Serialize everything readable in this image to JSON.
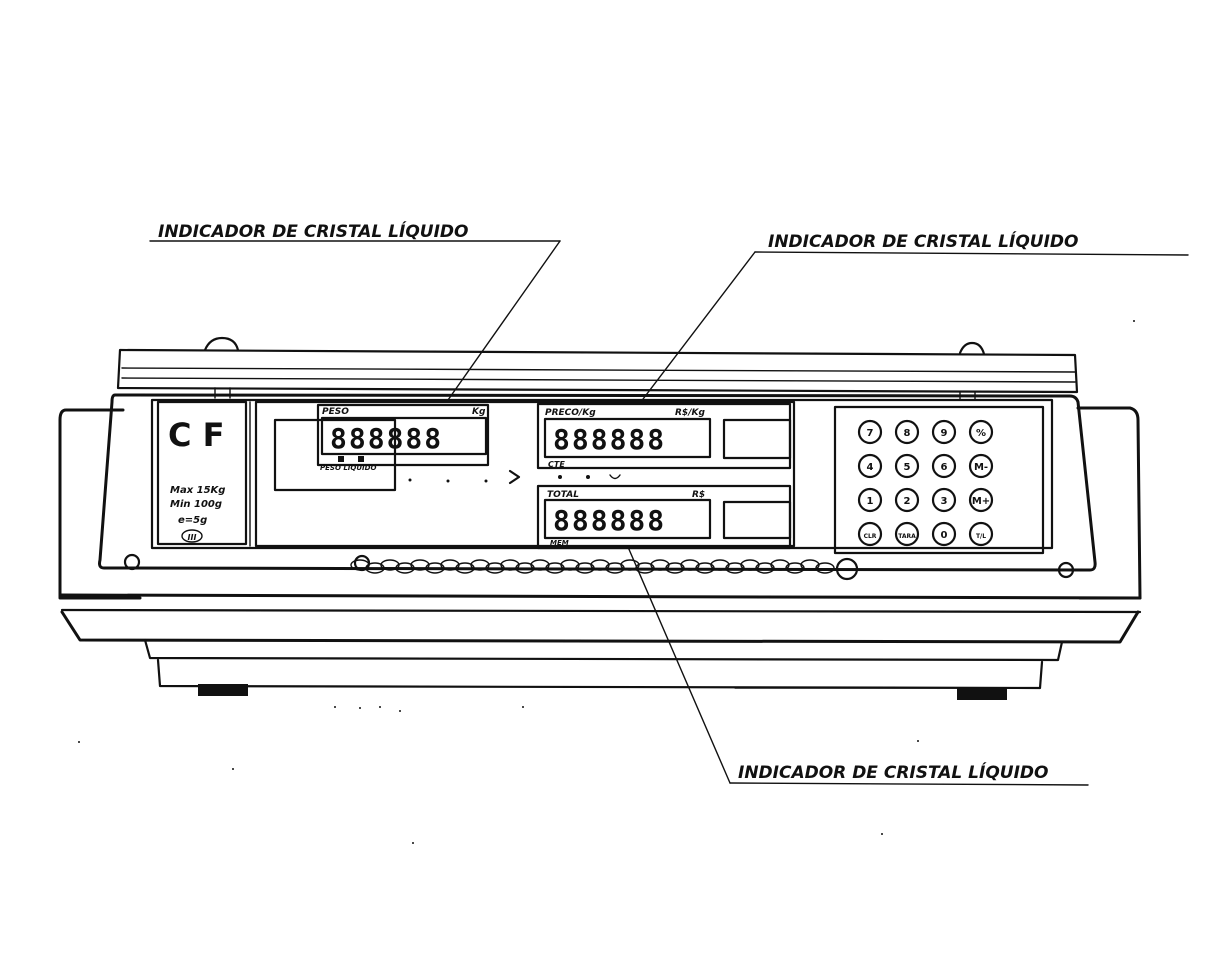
{
  "callouts": {
    "top_left": "INDICADOR DE CRISTAL LÍQUIDO",
    "top_right": "INDICADOR DE CRISTAL LÍQUIDO",
    "bottom": "INDICADOR DE CRISTAL LÍQUIDO"
  },
  "brand": {
    "logo": "C F",
    "specs": [
      "Max 15Kg",
      "Min 100g",
      "e=5g"
    ],
    "class_mark": "III"
  },
  "weight_display": {
    "label": "PESO",
    "unit": "Kg",
    "digits": "888888",
    "sublabel": "PESO LIQUIDO"
  },
  "price_display": {
    "label": "PRECO/Kg",
    "unit": "R$/Kg",
    "digits": "888888",
    "sublabel": "CTE"
  },
  "total_display": {
    "label": "TOTAL",
    "unit": "R$",
    "digits": "888888",
    "sublabel": "MEM"
  },
  "keypad": {
    "keys": [
      "7",
      "8",
      "9",
      "%",
      "4",
      "5",
      "6",
      "M-",
      "1",
      "2",
      "3",
      "M+",
      "CLR",
      "TARA",
      "0",
      "T/L"
    ]
  },
  "colors": {
    "ink": "#111111",
    "paper": "#ffffff"
  }
}
